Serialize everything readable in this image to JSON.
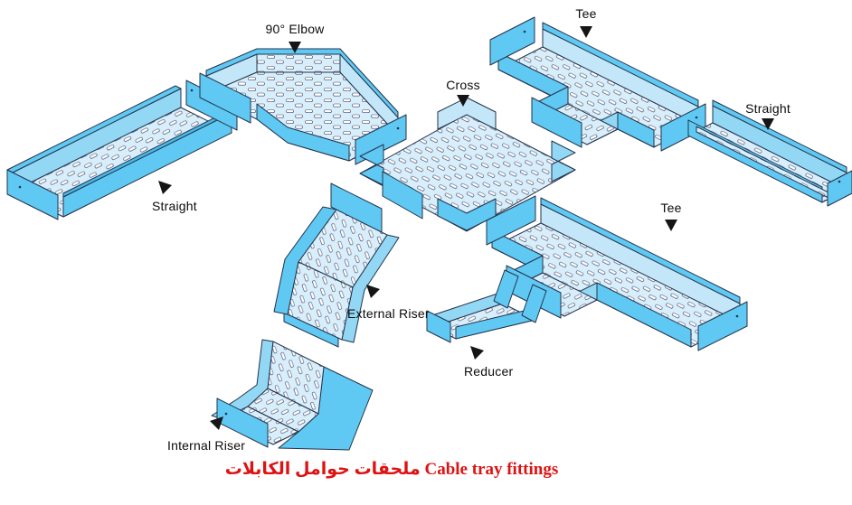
{
  "caption": {
    "arabic": "ملحقات حوامل الكابلات",
    "english": "Cable tray fittings"
  },
  "labels": {
    "elbow": "90° Elbow",
    "tee_top": "Tee",
    "cross": "Cross",
    "straight_top": "Straight",
    "straight_left": "Straight",
    "external_riser": "External Riser",
    "internal_riser": "Internal Riser",
    "reducer": "Reducer",
    "tee_right": "Tee"
  },
  "colors": {
    "tray_bright": "#5fc9f3",
    "tray_medium": "#92d8f5",
    "tray_light": "#c3e7f8",
    "tray_bed": "#d8eefb",
    "outline": "#24324a",
    "label_text": "#0b0b0b",
    "caption_red": "#de1212"
  }
}
